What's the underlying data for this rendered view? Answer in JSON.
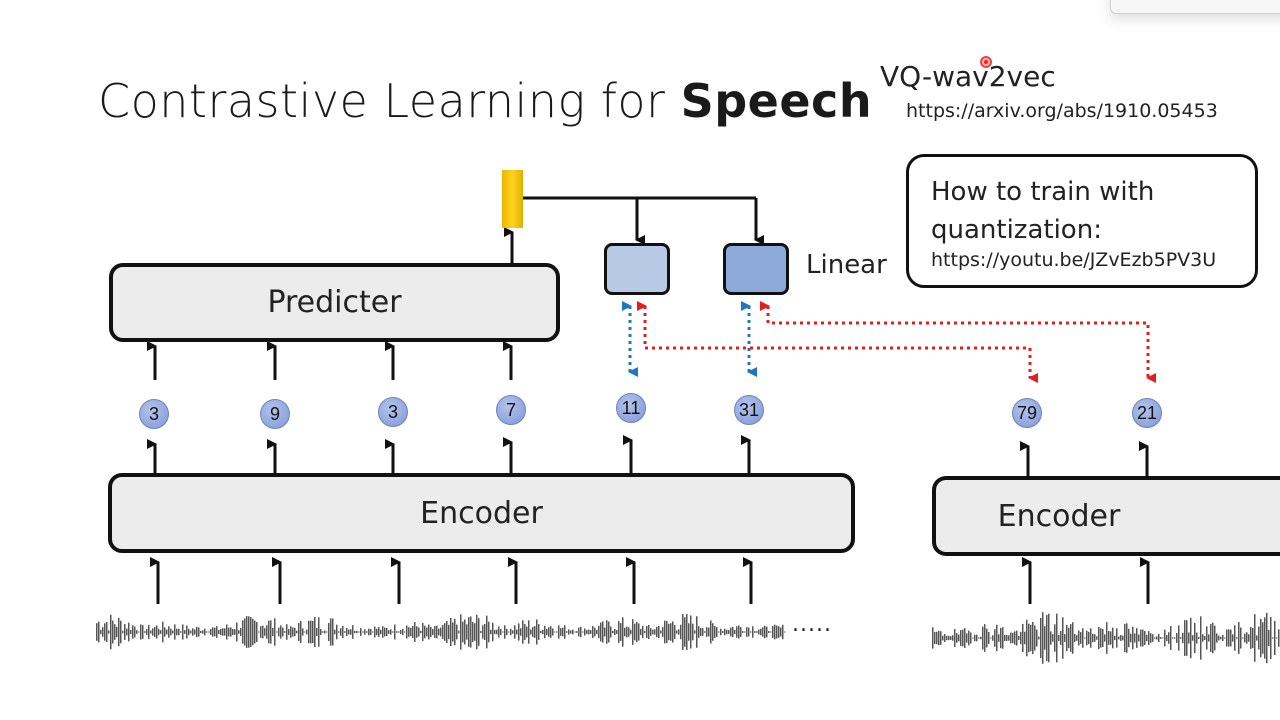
{
  "slide": {
    "title_regular": "Contrastive Learning for ",
    "title_bold": "Speech",
    "vq_title": "VQ-wav2vec",
    "vq_url": "https://arxiv.org/abs/1910.05453",
    "howto_text": "How to train with quantization:",
    "howto_url": "https://youtu.be/JZvEzb5PV3U"
  },
  "diagram": {
    "predicter_label": "Predicter",
    "encoder_label": "Encoder",
    "encoder2_label": "Encoder",
    "linear_label": "Linear",
    "ellipsis": ".....",
    "tokens": [
      "3",
      "9",
      "3",
      "7",
      "11",
      "31",
      "79",
      "21"
    ]
  },
  "colors": {
    "blue_dashed": "#1f77c4",
    "red_dashed": "#e41e1e",
    "token_fill": "#8ea4dd",
    "linear_light": "#b8c9e6",
    "linear_dark": "#8eaadb",
    "yellow_vector": "#ffd21f"
  }
}
